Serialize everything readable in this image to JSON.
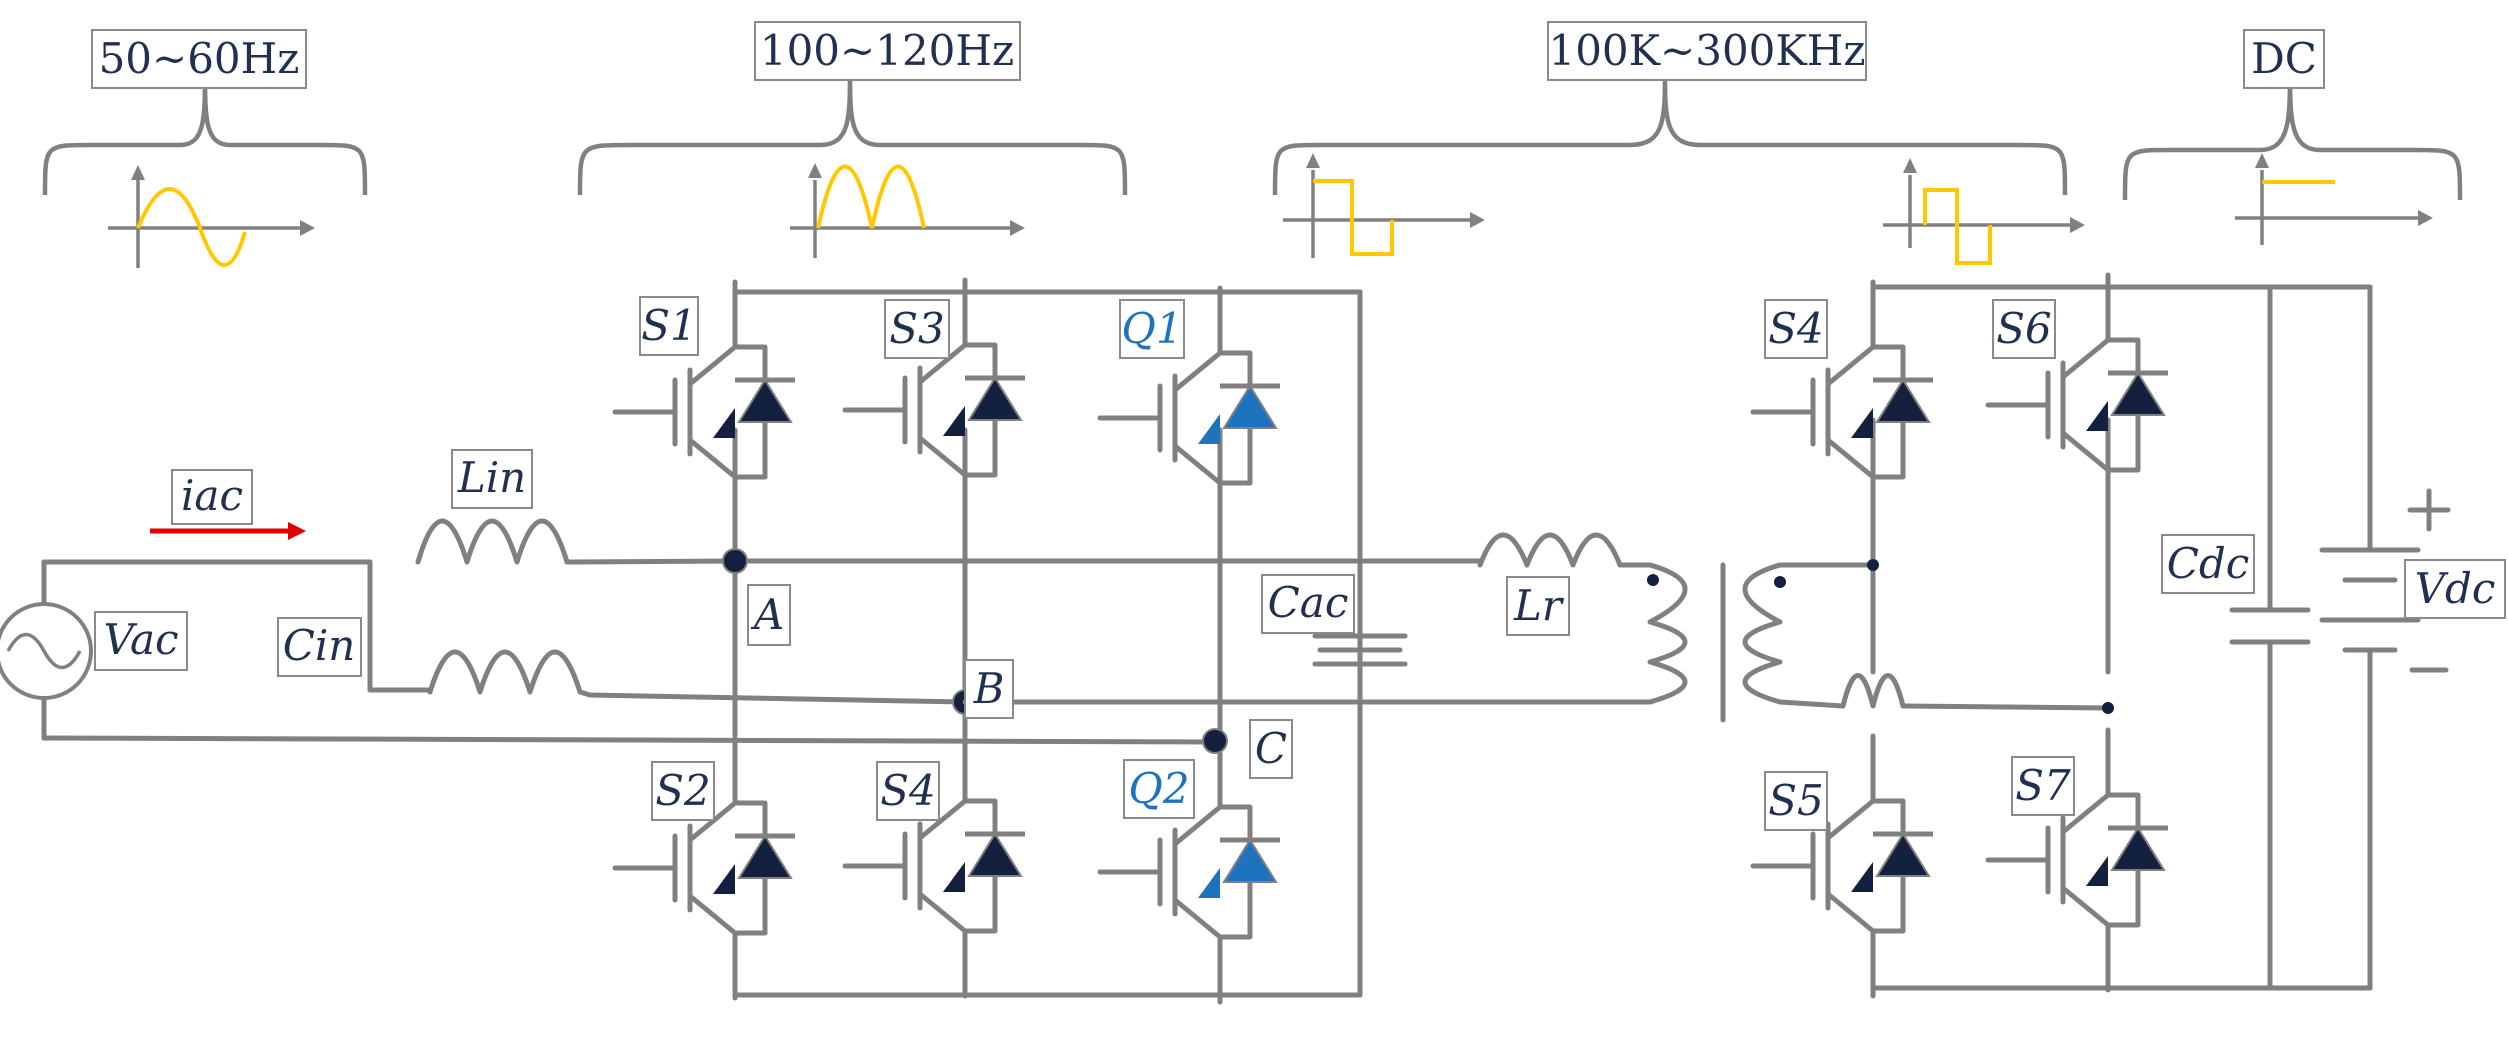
{
  "frequency_labels": {
    "ac_input": "50~60Hz",
    "rectified": "100~120Hz",
    "high_frequency": "100K~300KHz",
    "dc_output": "DC"
  },
  "labels": {
    "source": "Vac",
    "current": "iac",
    "input_inductor": "Lin",
    "input_capacitor": "Cin",
    "node_a": "A",
    "node_b": "B",
    "node_c": "C",
    "ac_capacitor": "Cac",
    "resonant_inductor": "Lr",
    "dc_capacitor": "Cdc",
    "output_voltage": "Vdc",
    "plus_sign": "+",
    "minus_sign": "−"
  },
  "switches": {
    "s1": "S1",
    "s2": "S2",
    "s3": "S3",
    "s4": "S4",
    "q1": "Q1",
    "q2": "Q2",
    "s4_out": "S4",
    "s5": "S5",
    "s6": "S6",
    "s7": "S7"
  },
  "colors": {
    "wire": "#808080",
    "waveform": "#FFC800",
    "label_text": "#1F3050",
    "highlight_switch": "#1E73BE",
    "diode_dark": "#13213F",
    "current_arrow": "#E00000"
  }
}
